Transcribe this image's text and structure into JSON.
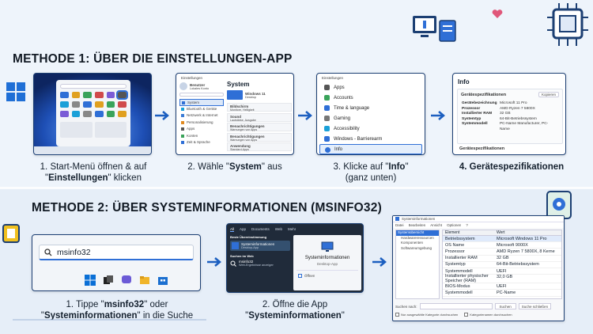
{
  "method1": {
    "heading": "METHODE 1: ÜBER DIE EINSTELLUNGEN-APP",
    "steps": [
      {
        "caption_a": "1. Start-Menü öffnen & auf",
        "caption_b_prefix": "\"",
        "caption_b_bold": "Einstellungen",
        "caption_b_suffix": "\" klicken"
      },
      {
        "caption_prefix": "2. Wähle \"",
        "caption_bold": "System",
        "caption_suffix": "\" aus"
      },
      {
        "caption_prefix": "3. Klicke auf \"",
        "caption_bold": "Info",
        "caption_suffix": "\"",
        "caption_line2": "(ganz unten)"
      },
      {
        "caption_bold": "4. Gerätespezifikationen"
      }
    ],
    "settings_window": {
      "title": "Einstellungen",
      "user_name": "Benutzer",
      "user_sub": "Lokales Konto",
      "page_title": "System",
      "device_name": "Windows 11",
      "device_sub": "Desktop",
      "nav": [
        "System",
        "Bluetooth & Geräte",
        "Netzwerk & Internet",
        "Personalisierung",
        "Apps",
        "Konten",
        "Zeit & Sprache"
      ],
      "list": [
        {
          "title": "Bildschirm",
          "sub": "Monitore, Helligkeit"
        },
        {
          "title": "Sound",
          "sub": "Lautstärke, Ausgabe"
        },
        {
          "title": "Benachrichtigungen",
          "sub": "Warnungen von Apps"
        },
        {
          "title": "Benachrichtigungen",
          "sub": "Warnungen von Apps"
        },
        {
          "title": "Anwendung",
          "sub": "Standard-Apps"
        }
      ]
    },
    "system_list": {
      "title": "Einstellungen",
      "items": [
        "Apps",
        "Accounts",
        "Time & language",
        "Gaming",
        "Accessibility",
        "Windows - Barrierearm",
        "Info"
      ]
    },
    "info_window": {
      "title": "Info",
      "section": "Gerätespezifikationen",
      "copy_button": "Kopieren",
      "specs": [
        {
          "k": "Gerätebezeichnung",
          "v": "Microsoft 11 Pro"
        },
        {
          "k": "Prozessor",
          "v": "AMD Ryzen 7 5800X"
        },
        {
          "k": "Installierter RAM",
          "v": "32 GB"
        },
        {
          "k": "Systemtyp",
          "v": "64-Bit-Betriebssystem"
        },
        {
          "k": "Systemmodell",
          "v": "PC-Name Manufacturer, PC-Name"
        }
      ],
      "section2": "Gerätespezifikationen"
    }
  },
  "method2": {
    "heading": "METHODE 2: ÜBER SYSTEMINFORMATIONEN (MSINFO32)",
    "step1": {
      "caption_prefix": "1. Tippe \"",
      "caption_bold": "msinfo32",
      "caption_suffix": "\" oder",
      "caption_line2_bold": "Systeminformationen",
      "caption_line2_suffix": "\" in die Suche",
      "caption_line2_prefix": "\""
    },
    "step2": {
      "caption_a": "2. Öffne die App",
      "caption_b_bold": "Systeminformationen",
      "caption_b_prefix": "\"",
      "caption_b_suffix": "\""
    },
    "search_value": "msinfo32",
    "search_panel": {
      "tabs": [
        "All",
        "App",
        "Documents",
        "Web",
        "Mehr"
      ],
      "best_match_label": "Beste Übereinstimmung",
      "best_match_title": "Systeminformationen",
      "best_match_sub": "Desktop-App",
      "web_label": "Suchen im Web",
      "web_item": "msinfo32",
      "web_item_sub": "Web-Ergebnisse anzeigen",
      "preview_title": "Systeminformationen",
      "preview_sub": "Desktop-App",
      "preview_action": "Öffnen"
    },
    "msinfo": {
      "title": "Systeminformationen",
      "menu": [
        "Datei",
        "Bearbeiten",
        "Ansicht",
        "Optionen",
        "?"
      ],
      "tree": [
        "Systemübersicht",
        "Hardwareressourcen",
        "Komponenten",
        "Softwareumgebung"
      ],
      "col_item": "Element",
      "col_value": "Wert",
      "rows": [
        {
          "k": "Betriebssystem",
          "v": "Microsoft Windows 11 Pro"
        },
        {
          "k": "OS Name",
          "v": "Microsoft 9000X"
        },
        {
          "k": "Prozessor",
          "v": "AMD Ryzen 7 5800X, 8 Kerne"
        },
        {
          "k": "Installierter RAM",
          "v": "32 GB"
        },
        {
          "k": "Systemtyp",
          "v": "64-Bit-Betriebssystem"
        },
        {
          "k": "Systemmodell",
          "v": "UEFI"
        },
        {
          "k": "Installierter physischer Speicher (RAM)",
          "v": "32,0 GB"
        },
        {
          "k": "BIOS-Modus",
          "v": "UEFI"
        },
        {
          "k": "Systemmodell",
          "v": "PC-Name"
        }
      ],
      "search_label": "Suchen nach:",
      "search_btn": "Suchen",
      "close_btn": "Suche schließen",
      "check1": "Nur ausgewählte Kategorie durchsuchen",
      "check2": "Kategorienamen durchsuchen"
    }
  },
  "colors": {
    "brand": "#1c3f73",
    "accent": "#2f6fd6",
    "win_blue": "#0a6fd6"
  }
}
